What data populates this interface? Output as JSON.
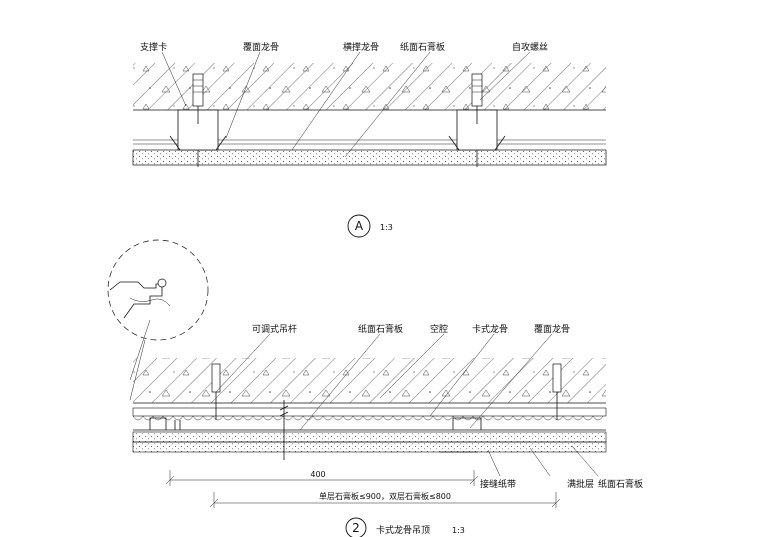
{
  "detail_a": {
    "labels": {
      "support_clip": "支撑卡",
      "cover_joist": "覆面龙骨",
      "cross_brace_joist": "横撑龙骨",
      "gypsum_board": "纸面石膏板",
      "tapping_screw": "自攻螺丝"
    },
    "tag": "A",
    "scale": "1:3"
  },
  "detail_2": {
    "labels": {
      "adjustable_hanger_rod": "可调式吊杆",
      "gypsum_board": "纸面石膏板",
      "cavity": "空腔",
      "clip_joist": "卡式龙骨",
      "cover_joist": "覆面龙骨",
      "joint_tape": "接缝纸带",
      "skim_coat": "满批层",
      "gypsum_board_2": "纸面石膏板"
    },
    "dim_400": "400",
    "dim_note": "单层石膏板≤900，双层石膏板≤800",
    "tag": "2",
    "title": "卡式龙骨吊顶",
    "scale": "1:3"
  },
  "colors": {
    "ink": "#111111",
    "paper": "#ffffff"
  }
}
